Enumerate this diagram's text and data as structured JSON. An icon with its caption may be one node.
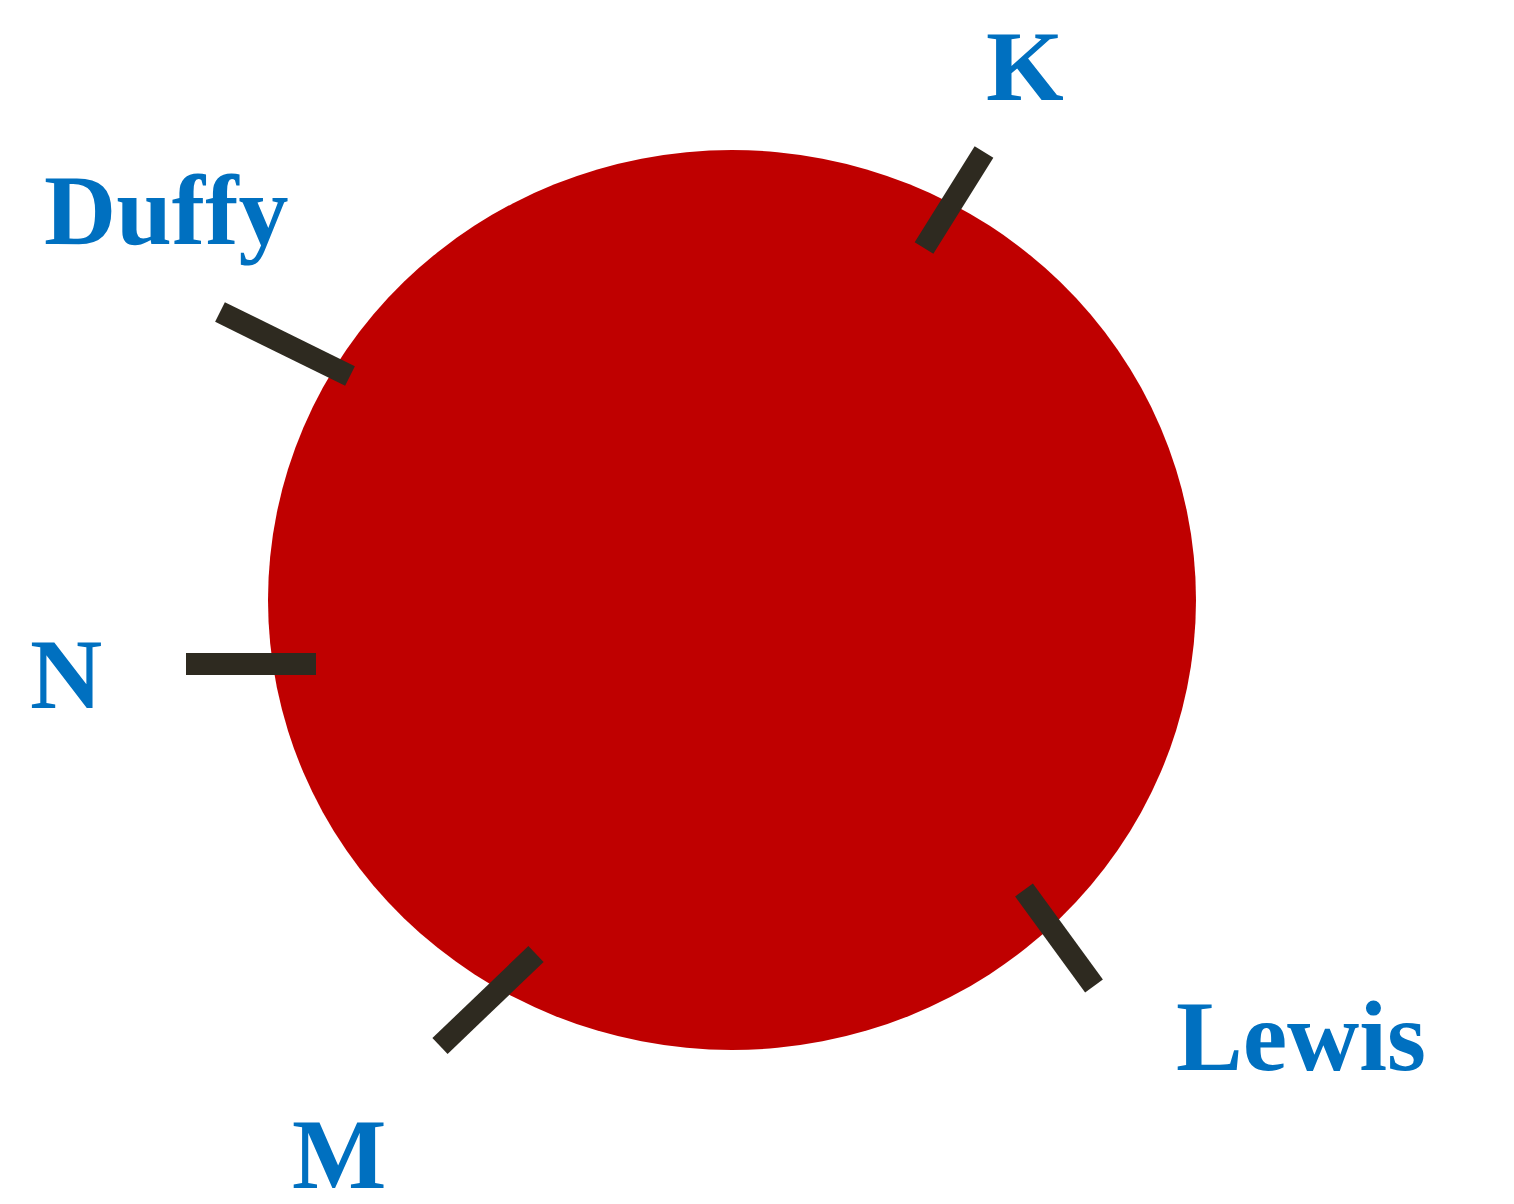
{
  "diagram": {
    "labels": [
      "K",
      "Duffy",
      "N",
      "M",
      "Lewis"
    ]
  }
}
